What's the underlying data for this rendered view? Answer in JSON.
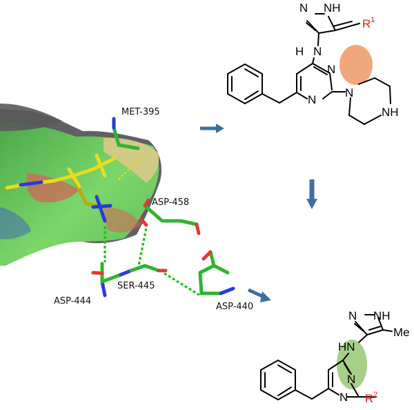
{
  "residues": {
    "met395": "MET-395",
    "asp458": "ASP-458",
    "asp444": "ASP-444",
    "ser445": "SER-445",
    "asp440": "ASP-440"
  },
  "compound_top": {
    "nh": "NH",
    "n_pyrazole": "N",
    "n_amine": "N",
    "h_amine": "H",
    "n_pyrimidine_a": "N",
    "n_pyrimidine_b": "N",
    "n_piperazine": "N",
    "nh_piperazine": "NH",
    "r_group": "R",
    "r_sup": "1"
  },
  "compound_bottom": {
    "nh": "NH",
    "n_pyrazole": "N",
    "hn": "HN",
    "methyl": "Me",
    "n_pyrimidine_a": "N",
    "n_pyrimidine_b": "N",
    "r_group": "R",
    "r_sup": "2"
  },
  "colors": {
    "r_group": "#e0201b",
    "arrow": "#3f6fa0",
    "highlight_orange": "#f0a77b",
    "highlight_green": "#9ccb7a"
  }
}
